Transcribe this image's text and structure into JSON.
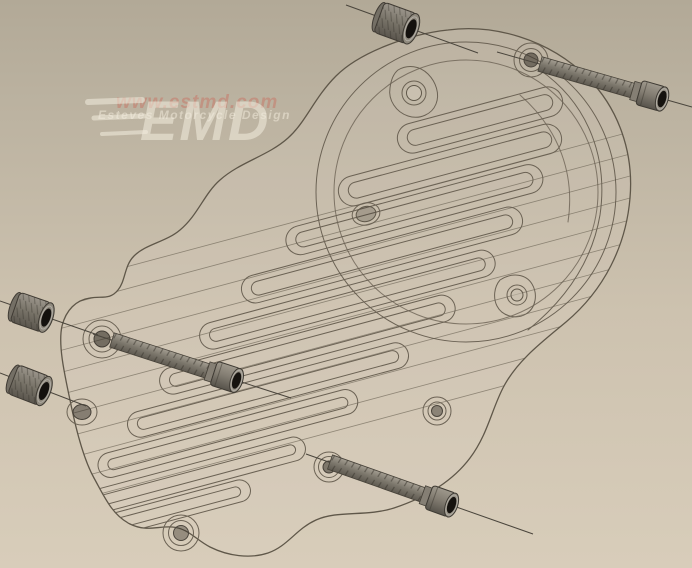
{
  "watermark": {
    "url": "www.estmd.com",
    "logo": "EMD",
    "tagline": "Esteves Motorcycle Design"
  },
  "scene": {
    "type": "cad-exploded-view",
    "subject": "ribbed motorcycle engine side cover, wireframe shaded render",
    "parts": [
      {
        "name": "engine-cover",
        "kind": "wireframe-body"
      },
      {
        "name": "fastener-top",
        "kind": "socket-spacer"
      },
      {
        "name": "fastener-top-right",
        "kind": "long-socket-bolt"
      },
      {
        "name": "fastener-left-upper",
        "kind": "socket-spacer"
      },
      {
        "name": "fastener-left-lower",
        "kind": "socket-spacer"
      },
      {
        "name": "fastener-middle-left",
        "kind": "long-socket-bolt"
      },
      {
        "name": "fastener-bottom-right",
        "kind": "long-socket-bolt"
      }
    ]
  },
  "colors": {
    "background_top": "#b2a997",
    "background_bottom": "#d8cdba",
    "wireframe": "#6b6254",
    "fastener_gray": "#8b857a",
    "socket_black": "#16130f",
    "watermark_url": "#c5806f",
    "watermark_light": "#f0eadb"
  }
}
